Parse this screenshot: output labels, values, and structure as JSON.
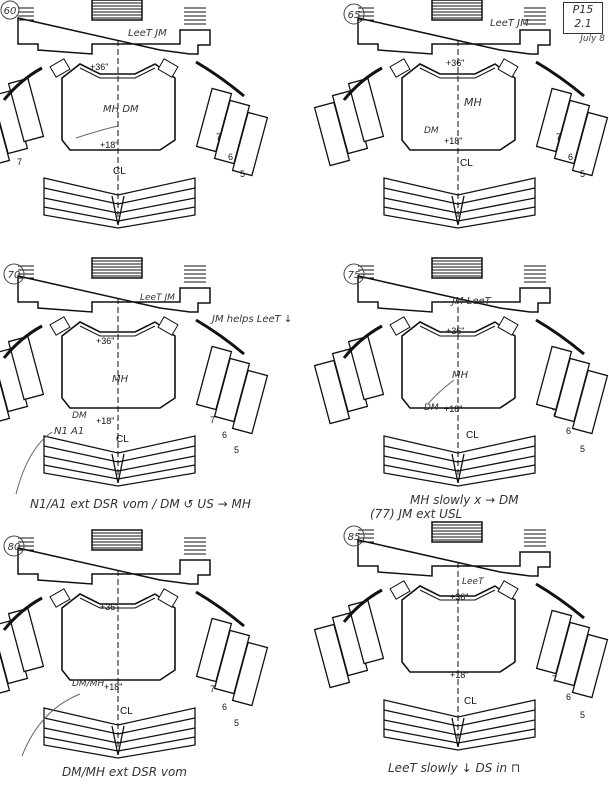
{
  "page": {
    "label_top": "P15",
    "label_bottom": "2.1",
    "date": "July 8"
  },
  "labels": {
    "upstage_level": "+36\"",
    "downstage_level": "+18\"",
    "centerline": "CL",
    "platform_nums": [
      "7",
      "6",
      "5"
    ]
  },
  "panels": [
    {
      "cue": "60",
      "annotations": [
        {
          "id": "a1",
          "text": "LeeT JM"
        },
        {
          "id": "a2",
          "text": "MH DM"
        }
      ]
    },
    {
      "cue": "65",
      "annotations": [
        {
          "id": "a1",
          "text": "LeeT JM"
        },
        {
          "id": "a2",
          "text": "MH"
        },
        {
          "id": "a3",
          "text": "DM"
        }
      ]
    },
    {
      "cue": "70",
      "annotations": [
        {
          "id": "a1",
          "text": "LeeT JM"
        },
        {
          "id": "a2",
          "text": "JM helps LeeT ↓"
        },
        {
          "id": "a3",
          "text": "MH"
        },
        {
          "id": "a4",
          "text": "DM"
        },
        {
          "id": "a5",
          "text": "N1 A1"
        },
        {
          "id": "a6",
          "text": "N1/A1 ext DSR vom / DM ↺ US → MH"
        }
      ]
    },
    {
      "cue": "75",
      "annotations": [
        {
          "id": "a1",
          "text": "JM LeeT"
        },
        {
          "id": "a2",
          "text": "MH"
        },
        {
          "id": "a3",
          "text": "DM"
        },
        {
          "id": "a4",
          "text": "MH slowly x → DM"
        },
        {
          "id": "a5",
          "text": "(77) JM ext USL"
        }
      ]
    },
    {
      "cue": "80",
      "annotations": [
        {
          "id": "a1",
          "text": "DM/MH"
        },
        {
          "id": "a2",
          "text": "DM/MH ext DSR vom"
        }
      ]
    },
    {
      "cue": "85",
      "annotations": [
        {
          "id": "a1",
          "text": "LeeT"
        },
        {
          "id": "a2",
          "text": "LeeT slowly ↓ DS in ⊓"
        }
      ]
    }
  ]
}
